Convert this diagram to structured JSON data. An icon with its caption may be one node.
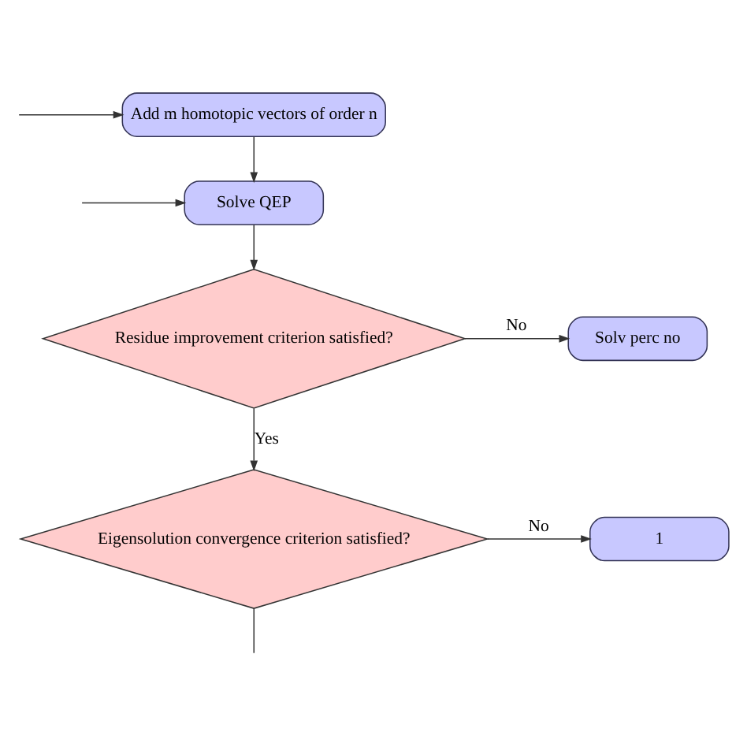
{
  "diagram": {
    "nodes": [
      {
        "text": [
          "Add m homotopic vectors of order n"
        ]
      },
      {
        "text": [
          "Solve QEP"
        ]
      },
      {
        "text": [
          "Residue improvement criterion satisfied?"
        ]
      },
      {
        "text": [
          "Solv perc no"
        ]
      },
      {
        "text": [
          "Eigensolution convergence criterion satisfied?"
        ]
      },
      {
        "text": [
          "1"
        ]
      }
    ],
    "edges": [
      {
        "from": null,
        "to": 0,
        "arrow": "to"
      },
      {
        "from": 0,
        "to": 1,
        "arrow": "to"
      },
      {
        "from": null,
        "to": 1,
        "arrow": "to"
      },
      {
        "from": 1,
        "to": 2,
        "arrow": "to"
      },
      {
        "from": 2,
        "to": 3,
        "arrow": "to",
        "label": "No"
      },
      {
        "from": 2,
        "to": 4,
        "arrow": "to",
        "label": "Yes"
      },
      {
        "from": 4,
        "to": 5,
        "arrow": "to",
        "label": "No"
      },
      {
        "from": 4,
        "to": null,
        "arrow": "none"
      }
    ]
  }
}
